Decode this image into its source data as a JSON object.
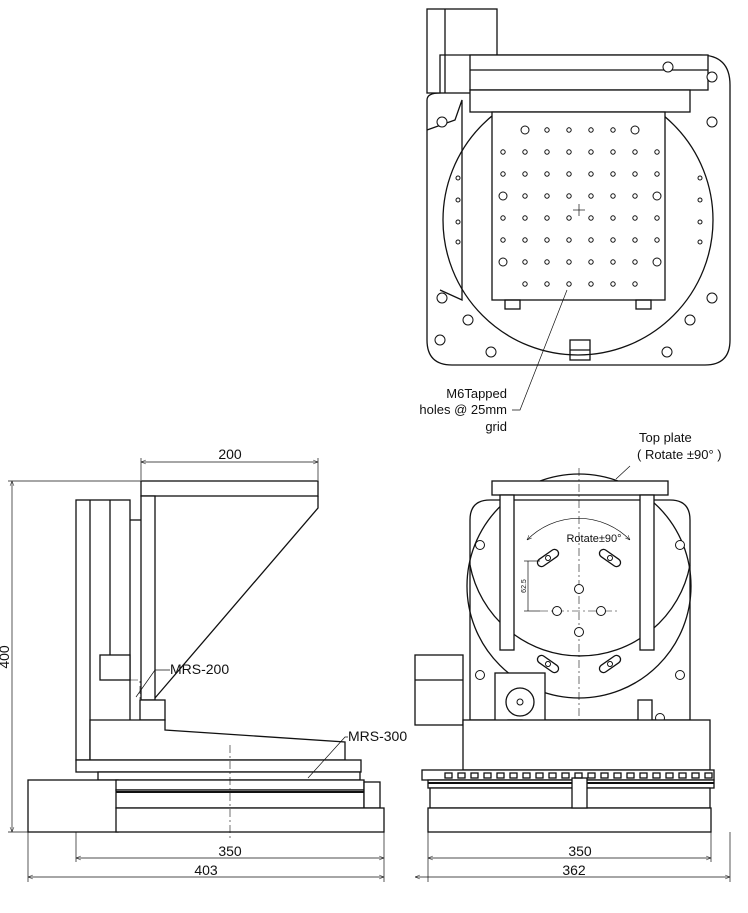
{
  "top_view": {
    "callout_line1": "M6Tapped",
    "callout_line2": "holes @ 25mm",
    "callout_line3": "grid"
  },
  "side_view": {
    "dim_top": "200",
    "dim_height": "400",
    "label_upper_stage": "MRS-200",
    "label_lower_stage": "MRS-300",
    "dim_base_inner": "350",
    "dim_base_outer": "403"
  },
  "front_view": {
    "top_plate_line1": "Top plate",
    "top_plate_line2": "( Rotate ±90° )",
    "rotate_label": "Rotate±90°",
    "small_dim": "62.5",
    "dim_base_inner": "350",
    "dim_base_outer": "362"
  }
}
